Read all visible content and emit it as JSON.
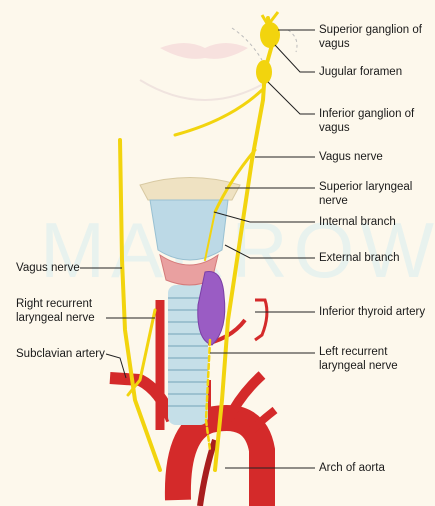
{
  "watermark": "MARROW",
  "labels": {
    "superior_ganglion": [
      "Superior ganglion of",
      "vagus"
    ],
    "jugular_foramen": "Jugular foramen",
    "inferior_ganglion": [
      "Inferior ganglion of",
      "vagus"
    ],
    "vagus_nerve_right": "Vagus nerve",
    "superior_laryngeal": [
      "Superior laryngeal",
      "nerve"
    ],
    "internal_branch": "Internal branch",
    "external_branch": "External branch",
    "vagus_nerve_left": "Vagus nerve",
    "right_recurrent": [
      "Right recurrent",
      "laryngeal nerve"
    ],
    "inferior_thyroid_artery": "Inferior thyroid artery",
    "subclavian_artery": "Subclavian artery",
    "left_recurrent": [
      "Left recurrent",
      "laryngeal nerve"
    ],
    "arch_of_aorta": "Arch of aorta"
  },
  "colors": {
    "nerve": "#f2d40e",
    "nerve_edge": "#c9a800",
    "artery": "#d42a2a",
    "artery_dark": "#a81e1e",
    "thyroid": "#9a5cc4",
    "cartilage": "#bcd9e6",
    "leader": "#222222"
  }
}
